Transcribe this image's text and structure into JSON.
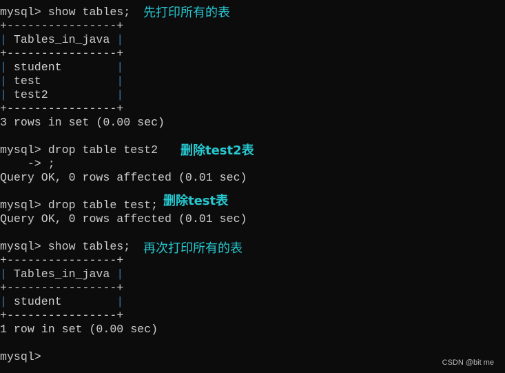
{
  "terminal": {
    "lines": [
      "mysql> show tables;",
      "+----------------+",
      "| Tables_in_java |",
      "+----------------+",
      "| student        |",
      "| test           |",
      "| test2          |",
      "+----------------+",
      "3 rows in set (0.00 sec)",
      "",
      "mysql> drop table test2",
      "    -> ;",
      "Query OK, 0 rows affected (0.01 sec)",
      "",
      "mysql> drop table test;",
      "Query OK, 0 rows affected (0.01 sec)",
      "",
      "mysql> show tables;",
      "+----------------+",
      "| Tables_in_java |",
      "+----------------+",
      "| student        |",
      "+----------------+",
      "1 row in set (0.00 sec)",
      "",
      "mysql> "
    ]
  },
  "annotations": {
    "print_all": "先打印所有的表",
    "drop_test2": "删除test2表",
    "drop_test": "删除test表",
    "print_again": "再次打印所有的表"
  },
  "watermark": "CSDN @bit me",
  "colors": {
    "background": "#0c0c0c",
    "text": "#cccccc",
    "annotation": "#27c8d0"
  }
}
